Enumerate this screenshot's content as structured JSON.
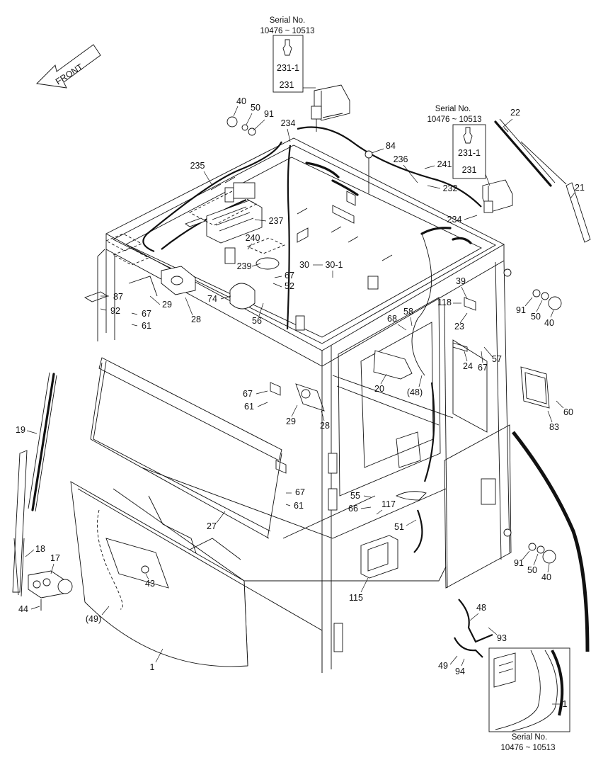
{
  "front_arrow_label": "FRONT",
  "serial_boxes": [
    {
      "title": "Serial No.",
      "range": "10476 ~ 10513",
      "parts": [
        "231-1",
        "231"
      ]
    },
    {
      "title": "Serial No.",
      "range": "10476 ~ 10513",
      "parts": [
        "231-1",
        "231"
      ]
    },
    {
      "title": "Serial No.",
      "range": "10476 ~ 10513",
      "parts": [
        "1"
      ]
    }
  ],
  "callouts": [
    "40",
    "50",
    "91",
    "234",
    "84",
    "236",
    "241",
    "232",
    "22",
    "21",
    "235",
    "237",
    "240",
    "30",
    "30-1",
    "239",
    "67",
    "52",
    "74",
    "56",
    "87",
    "92",
    "29",
    "67",
    "61",
    "28",
    "39",
    "118",
    "23",
    "58",
    "68",
    "24",
    "67",
    "57",
    "20",
    "(48)",
    "60",
    "83",
    "67",
    "61",
    "29",
    "28",
    "19",
    "18",
    "17",
    "43",
    "44",
    "(49)",
    "27",
    "67",
    "61",
    "55",
    "66",
    "117",
    "51",
    "115",
    "91",
    "50",
    "40",
    "48",
    "93",
    "49",
    "94",
    "1",
    "91",
    "50",
    "40"
  ]
}
